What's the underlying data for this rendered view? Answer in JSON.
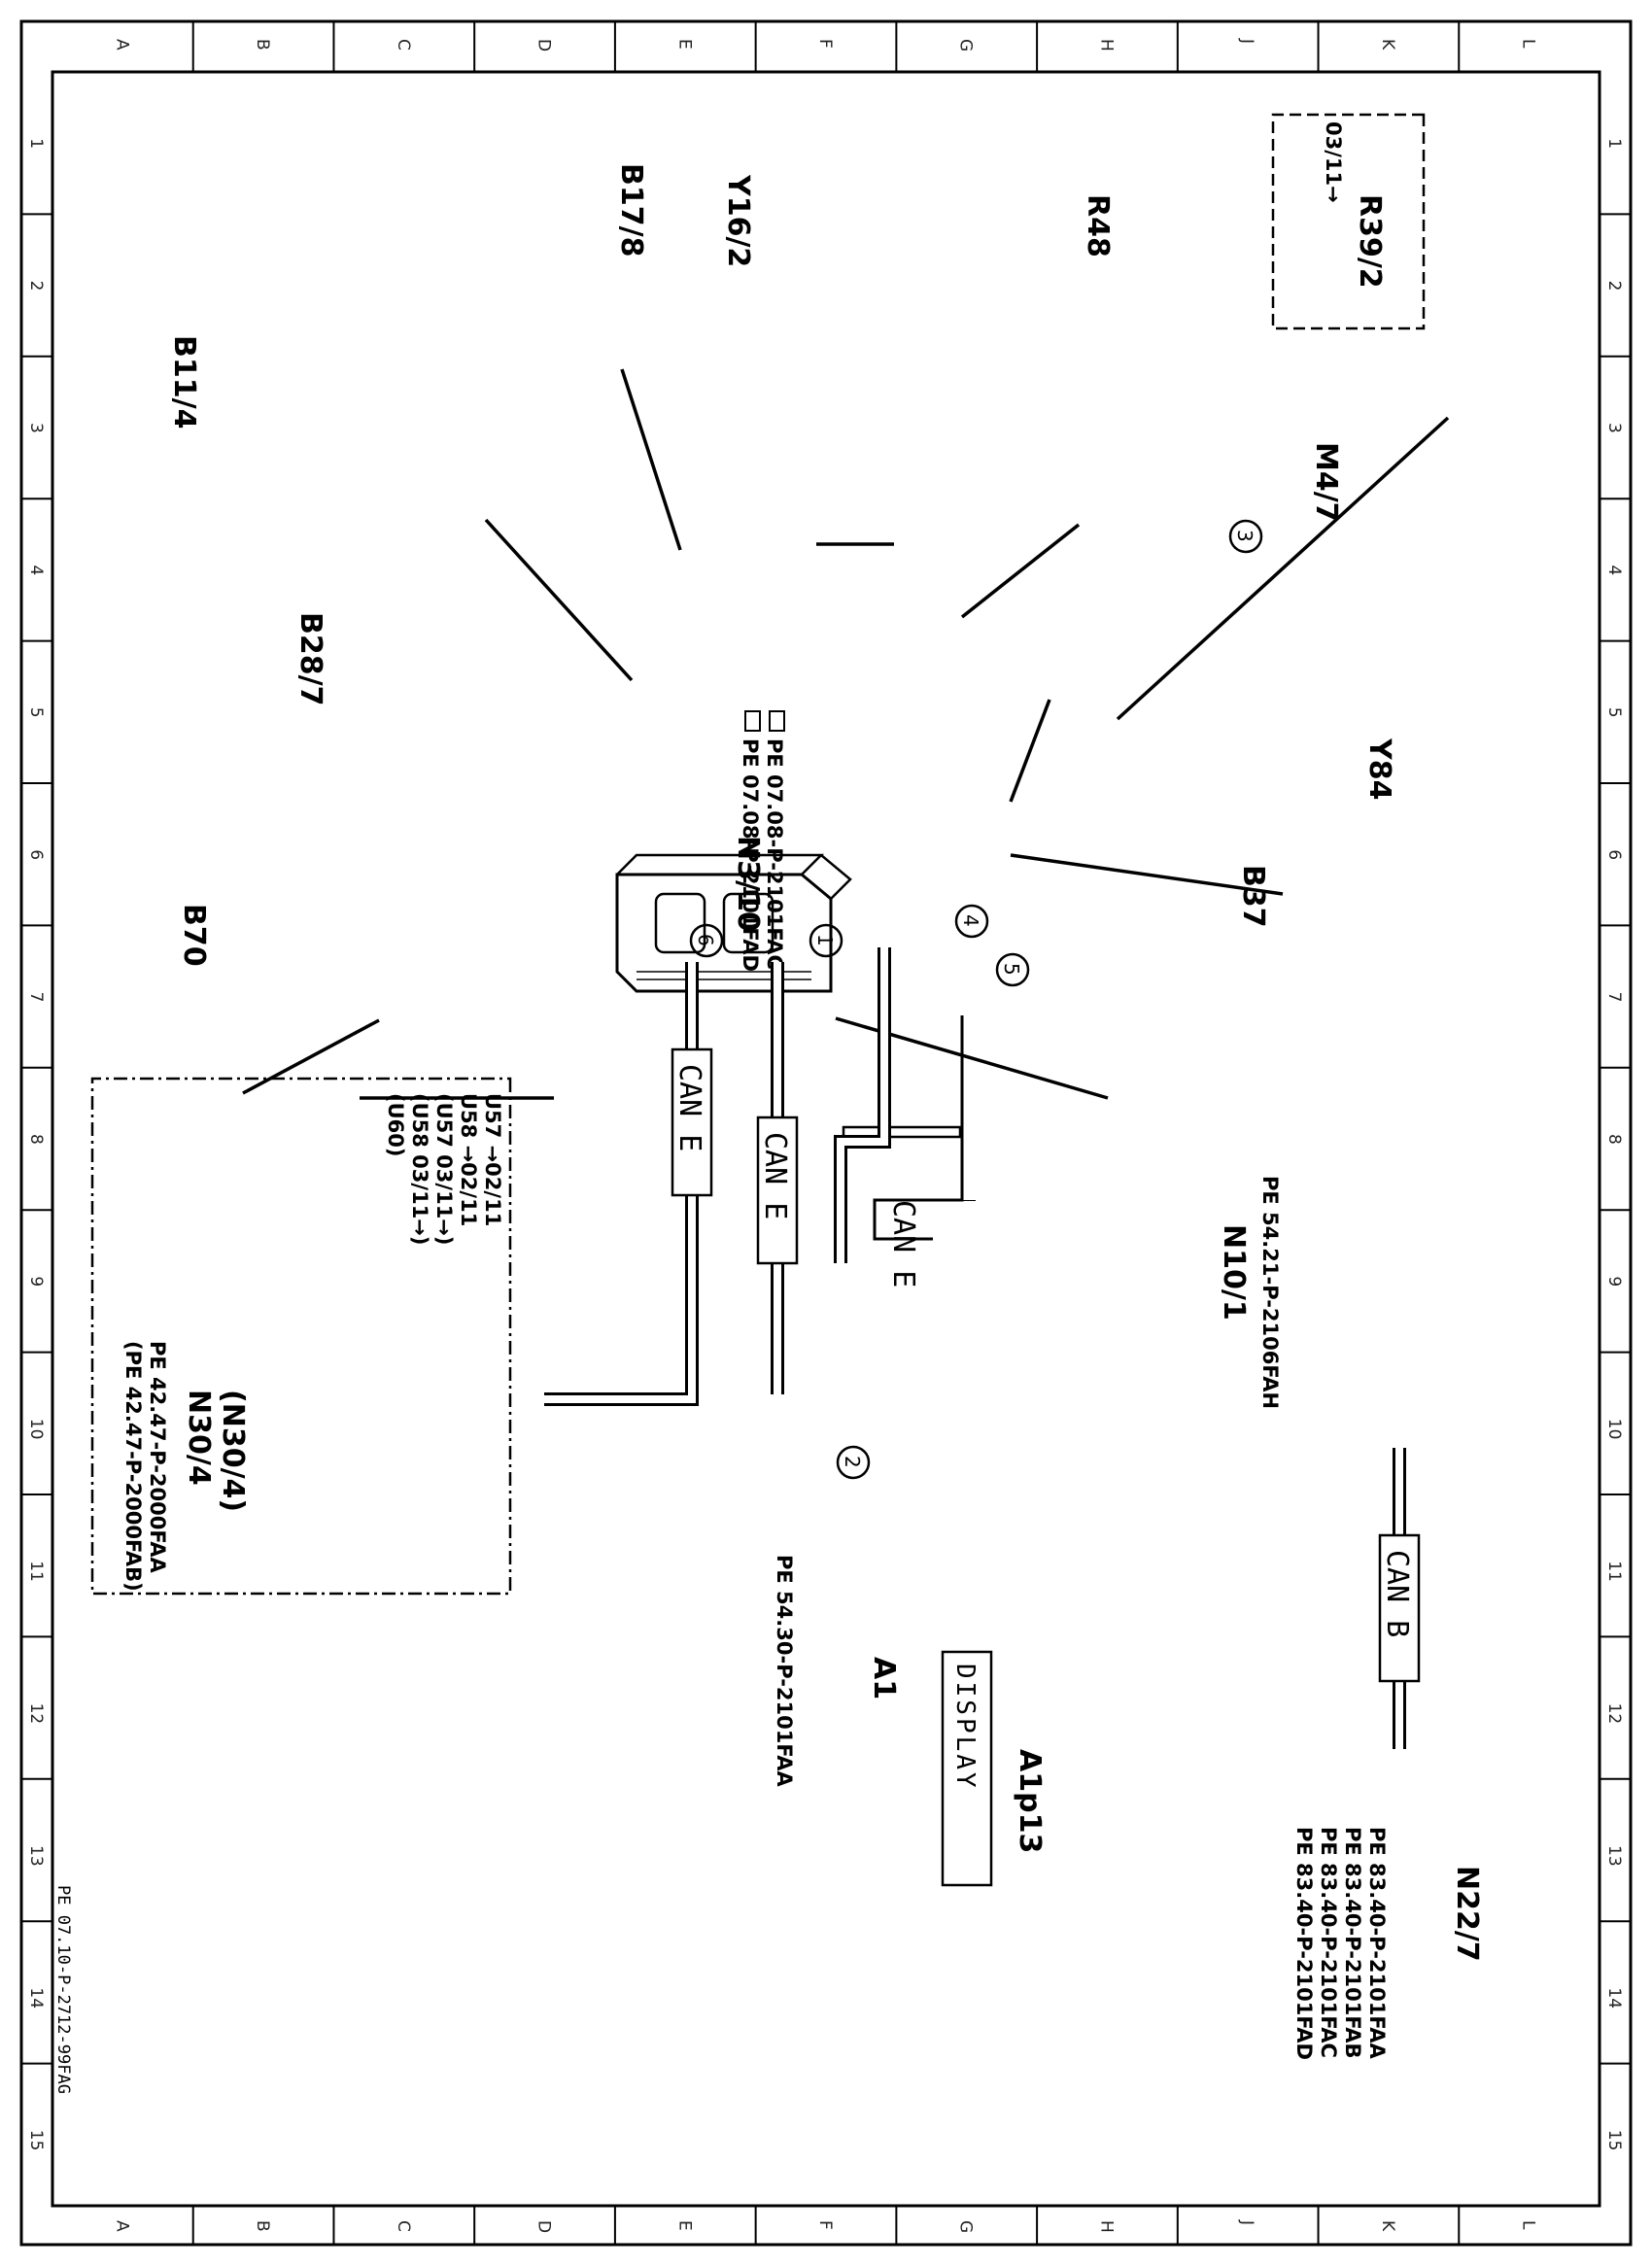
{
  "grid": {
    "columns": [
      "L",
      "K",
      "J",
      "H",
      "G",
      "F",
      "E",
      "D",
      "C",
      "B",
      "A"
    ],
    "rows": [
      "1",
      "2",
      "3",
      "4",
      "5",
      "6",
      "7",
      "8",
      "9",
      "10",
      "11",
      "12",
      "13",
      "14",
      "15"
    ]
  },
  "components": {
    "n3_10": {
      "label": "N3/10",
      "refs": [
        "PE 07.08-P-2101FAC",
        "PE 07.08-P-2101FAD"
      ]
    },
    "b17_8": {
      "label": "B17/8"
    },
    "y16_2": {
      "label": "Y16/2"
    },
    "r48": {
      "label": "R48"
    },
    "r39_2": {
      "label": "R39/2",
      "note": "03/11→"
    },
    "b11_4": {
      "label": "B11/4"
    },
    "m4_7": {
      "label": "M4/7"
    },
    "b28_7": {
      "label": "B28/7"
    },
    "y84": {
      "label": "Y84"
    },
    "b70": {
      "label": "B70"
    },
    "b37": {
      "label": "B37"
    },
    "n10_1": {
      "label": "N10/1",
      "ref": "PE 54.21-P-2106FAH"
    },
    "n30_4": {
      "label": "N30/4",
      "label2": "(N30/4)",
      "refs": [
        "PE 42.47-P-2000FAA",
        "(PE 42.47-P-2000FAB)"
      ],
      "notes": [
        "U57 →02/11",
        "U58 →02/11",
        "(U57 03/11→)",
        "(U58 03/11→)",
        "(U60)"
      ]
    },
    "a1": {
      "label": "A1",
      "ref": "PE 54.30-P-2101FAA"
    },
    "a1p13": {
      "label": "A1p13",
      "display_text": "DISPLAY"
    },
    "n22_7": {
      "label": "N22/7",
      "refs": [
        "PE 83.40-P-2101FAA",
        "PE 83.40-P-2101FAB",
        "PE 83.40-P-2101FAC",
        "PE 83.40-P-2101FAD"
      ]
    }
  },
  "buses": {
    "can_e": "CAN E",
    "can_b": "CAN B"
  },
  "markers": [
    "1",
    "2",
    "3",
    "4",
    "5",
    "6"
  ],
  "footer": "PE 07.10-P-2712-99FAG",
  "icons": {
    "pointer": "pointing-hand-icon"
  }
}
